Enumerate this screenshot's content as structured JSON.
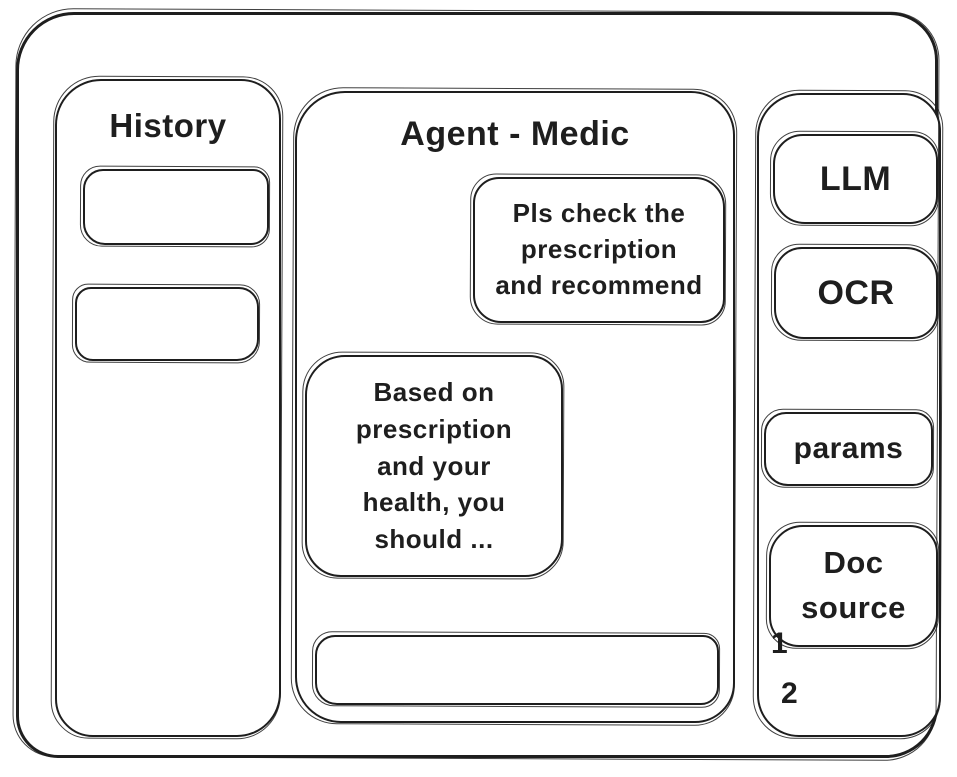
{
  "window": {
    "stroke_color": "#1e1e1e",
    "background_color": "#ffffff"
  },
  "history_panel": {
    "title": "History",
    "items": [
      {
        "label": ""
      },
      {
        "label": ""
      }
    ]
  },
  "chat_panel": {
    "title": "Agent - Medic",
    "messages": [
      {
        "role": "user",
        "text": "Pls check the\nprescription\nand recommend"
      },
      {
        "role": "assistant",
        "text": "Based on\nprescription\nand your\nhealth, you\nshould ..."
      }
    ],
    "input": {
      "value": ""
    }
  },
  "tools_panel": {
    "buttons": [
      {
        "id": "llm",
        "label": "LLM"
      },
      {
        "id": "ocr",
        "label": "OCR"
      },
      {
        "id": "params",
        "label": "params"
      },
      {
        "id": "doc-source",
        "label": "Doc\nsource"
      }
    ],
    "source_items": [
      "1",
      "2"
    ]
  }
}
